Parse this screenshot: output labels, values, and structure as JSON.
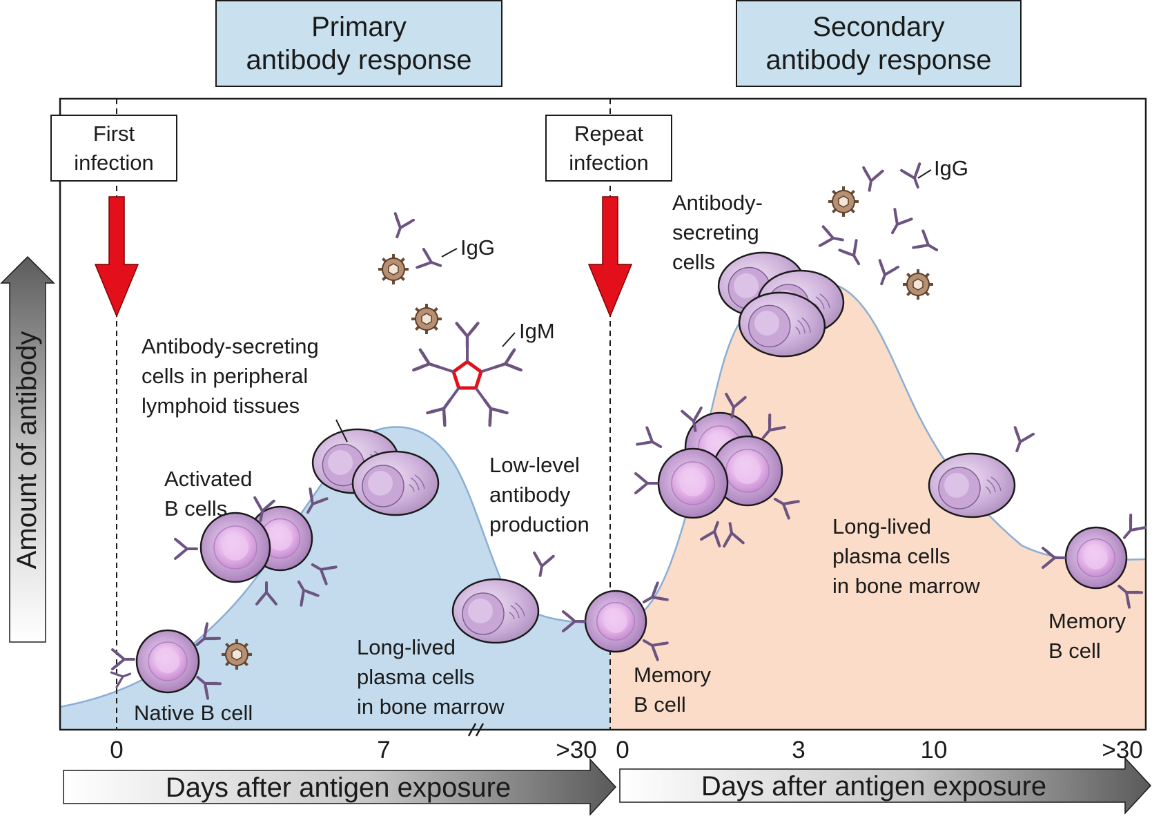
{
  "header": {
    "primary": [
      "Primary",
      "antibody response"
    ],
    "secondary": [
      "Secondary",
      "antibody response"
    ]
  },
  "infection_boxes": {
    "first": [
      "First",
      "infection"
    ],
    "repeat": [
      "Repeat",
      "infection"
    ]
  },
  "y_axis_label": "Amount of antibody",
  "x_axis": {
    "label_left": "Days after antigen exposure",
    "label_right": "Days after antigen exposure",
    "ticks_left": [
      "0",
      "7",
      ">30"
    ],
    "ticks_right": [
      "0",
      "3",
      "10",
      ">30"
    ]
  },
  "labels": {
    "naive_b_cell": "Native B cell",
    "activated_b_cells": [
      "Activated",
      "B cells"
    ],
    "asc_peripheral": [
      "Antibody-secreting",
      "cells in peripheral",
      "lymphoid tissues"
    ],
    "igg_primary": "IgG",
    "igm": "IgM",
    "low_level": [
      "Low-level",
      "antibody",
      "production"
    ],
    "long_lived_left": [
      "Long-lived",
      "plasma cells",
      "in bone marrow"
    ],
    "memory_b_cell_mid": [
      "Memory",
      "B cell"
    ],
    "asc_secondary": [
      "Antibody-",
      "secreting",
      "cells"
    ],
    "igg_secondary": "IgG",
    "long_lived_right": [
      "Long-lived",
      "plasma cells",
      "in bone marrow"
    ],
    "memory_b_cell_right": [
      "Memory",
      "B cell"
    ]
  },
  "colors": {
    "primary_fill": "#c3dbed",
    "secondary_fill": "#fadcc8",
    "header_box": "#c9e0ee",
    "infection_arrow": "#e3101b",
    "cell_fill": "#b993c6",
    "plasma_cell_fill": "#c7a8d4",
    "antibody_stroke": "#6c5380",
    "pathogen_fill": "#b79074"
  }
}
